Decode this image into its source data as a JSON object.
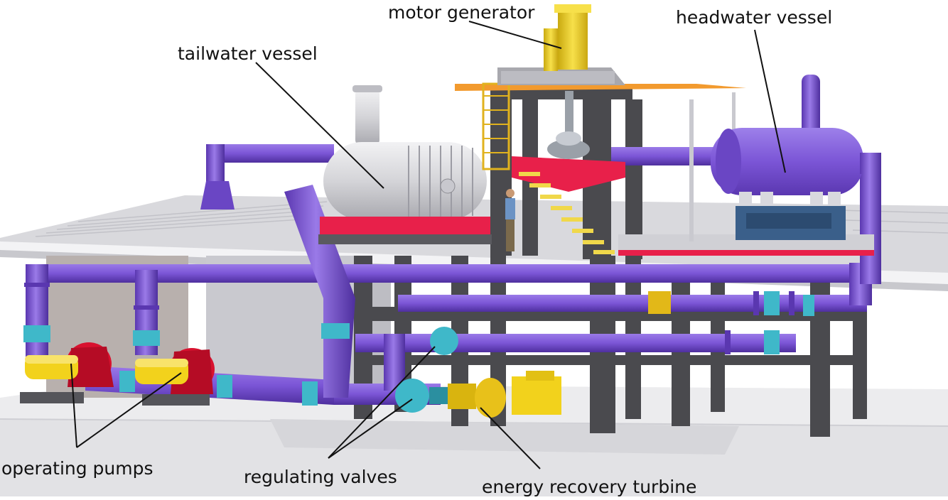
{
  "labels": {
    "motor_generator": "motor generator",
    "headwater_vessel": "headwater vessel",
    "tailwater_vessel": "tailwater vessel",
    "operating_pumps": "operating pumps",
    "regulating_valves": "regulating valves",
    "energy_recovery_turbine": "energy recovery turbine"
  },
  "colors": {
    "pipe_purple": "#7b55d6",
    "pipe_purple_dark": "#5a37b0",
    "valve_cyan": "#3fb8c9",
    "structure_grey": "#4a4a4e",
    "floor_light": "#e8e8ea",
    "pump_red": "#d8122f",
    "motor_yellow": "#f2d21c",
    "stair_yellow": "#f0d84a",
    "railing_orange": "#f29a2e",
    "deck_red": "#e8204a",
    "vessel_silver": "#d8d8dc",
    "frame_blue": "#3a5f8a"
  }
}
